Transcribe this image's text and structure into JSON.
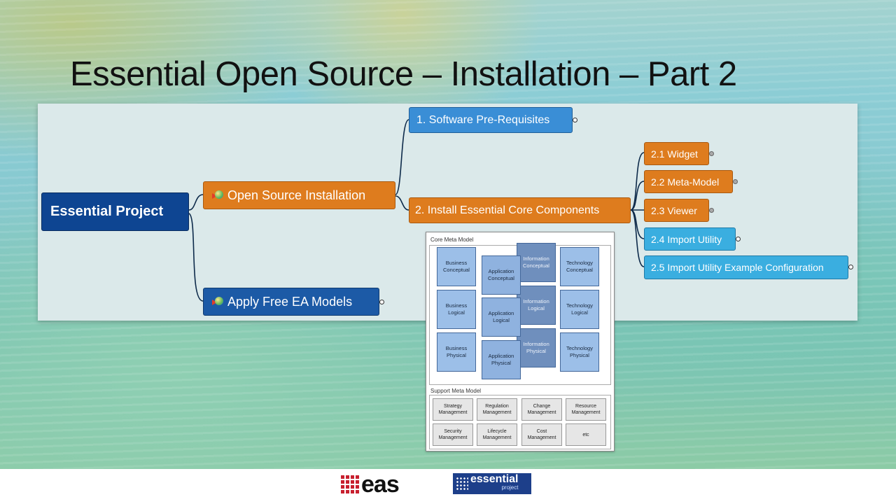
{
  "slide": {
    "title": "Essential Open Source – Installation – Part 2"
  },
  "mindmap": {
    "root": "Essential Project",
    "branches": {
      "open_source": "Open Source Installation",
      "apply_models": "Apply Free EA Models",
      "prereq": "1. Software Pre-Requisites",
      "install_core": "2. Install Essential Core Components",
      "widget": "2.1 Widget",
      "meta_model": "2.2 Meta-Model",
      "viewer": "2.3 Viewer",
      "import_utility": "2.4 Import Utility",
      "import_example": "2.5 Import Utility Example Configuration"
    },
    "colors": {
      "root": "#0e4592",
      "orange": "#de7c1e",
      "blue": "#3a8ed6",
      "cyan": "#3aaee0"
    }
  },
  "meta_model_image": {
    "core_title": "Core Meta Model",
    "support_title": "Support Meta Model",
    "core": {
      "business_conceptual": "Business Conceptual",
      "business_logical": "Business Logical",
      "business_physical": "Business Physical",
      "application_conceptual": "Application Conceptual",
      "application_logical": "Application Logical",
      "application_physical": "Application Physical",
      "information_conceptual": "Information Conceptual",
      "information_logical": "Information Logical",
      "information_physical": "Information Physical",
      "technology_conceptual": "Technology Conceptual",
      "technology_logical": "Technology Logical",
      "technology_physical": "Technology Physical"
    },
    "support": {
      "strategy": "Strategy Management",
      "regulation": "Regulation Management",
      "change": "Change Management",
      "resource": "Resource Management",
      "security": "Security Management",
      "lifecycle": "Lifecycle Management",
      "cost": "Cost Management",
      "etc": "etc"
    }
  },
  "logos": {
    "eas": "eas",
    "essential_word": "essential",
    "essential_sub": "project"
  }
}
